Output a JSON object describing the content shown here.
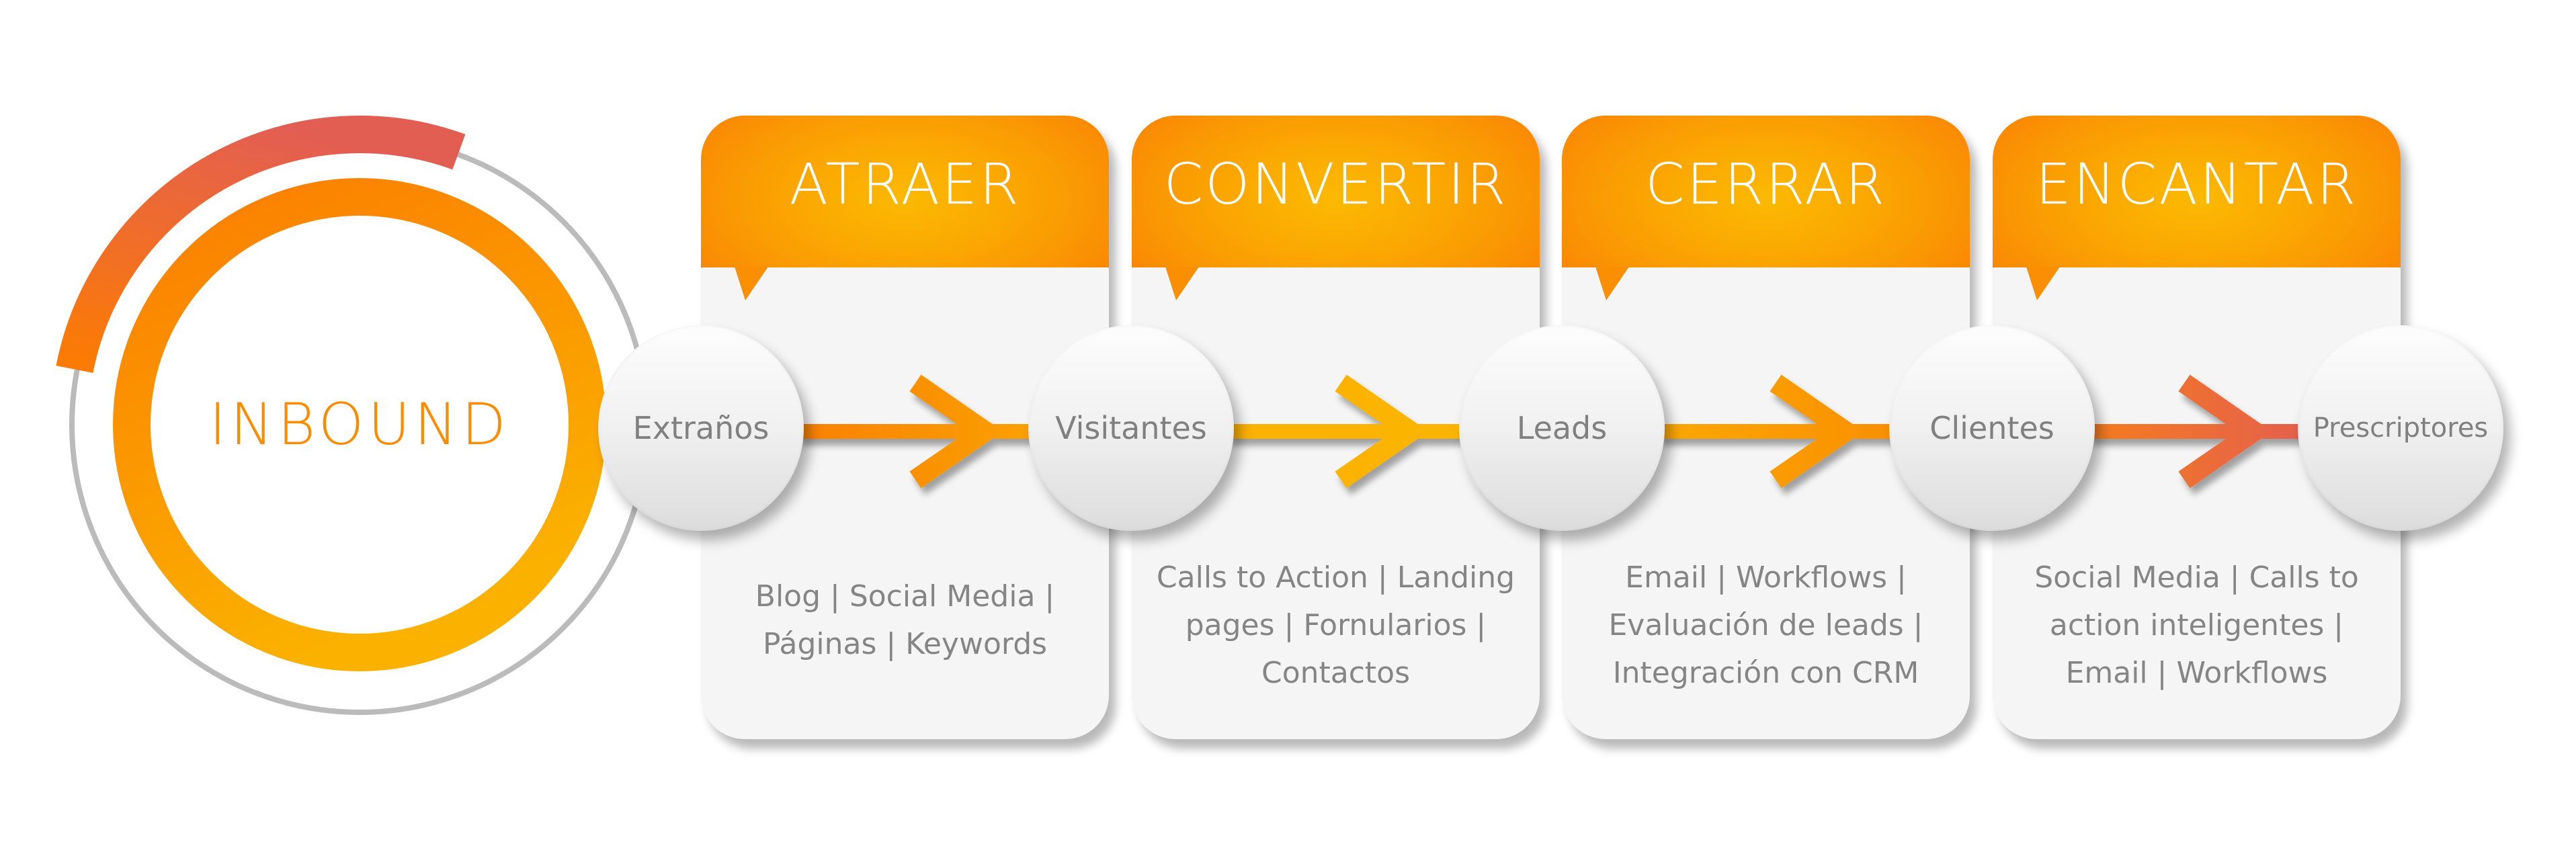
{
  "diagram": {
    "title": "INBOUND",
    "colors": {
      "primary_orange": "#fb8c00",
      "header_center": "#fbb902",
      "header_edge": "#fb8703",
      "accent_red": "#e4604e",
      "ring_gray": "#bbbbbb",
      "card_body": "#f5f5f5",
      "text_gray": "#858585"
    },
    "stages": [
      {
        "title": "ATRAER",
        "tools": [
          "Blog | Social Media |",
          "Páginas | Keywords"
        ]
      },
      {
        "title": "CONVERTIR",
        "tools": [
          "Calls to Action | Landing",
          "pages | Fornularios |",
          "Contactos"
        ]
      },
      {
        "title": "CERRAR",
        "tools": [
          "Email | Workflows |",
          "Evaluación de leads |",
          "Integración con CRM"
        ]
      },
      {
        "title": "ENCANTAR",
        "tools": [
          "Social Media | Calls to",
          "action inteligentes |",
          "Email | Workflows"
        ]
      }
    ],
    "nodes": [
      {
        "label": "Extraños"
      },
      {
        "label": "Visitantes"
      },
      {
        "label": "Leads"
      },
      {
        "label": "Clientes"
      },
      {
        "label": "Prescriptores"
      }
    ],
    "arrows": [
      {
        "from": "Extraños",
        "to": "Visitantes",
        "color_start": "#f98106",
        "color_end": "#fba004"
      },
      {
        "from": "Visitantes",
        "to": "Leads",
        "color_start": "#fbb100",
        "color_end": "#fbb500"
      },
      {
        "from": "Leads",
        "to": "Clientes",
        "color_start": "#fba800",
        "color_end": "#f98f00"
      },
      {
        "from": "Clientes",
        "to": "Prescriptores",
        "color_start": "#f57c1e",
        "color_end": "#e4604e"
      }
    ]
  }
}
